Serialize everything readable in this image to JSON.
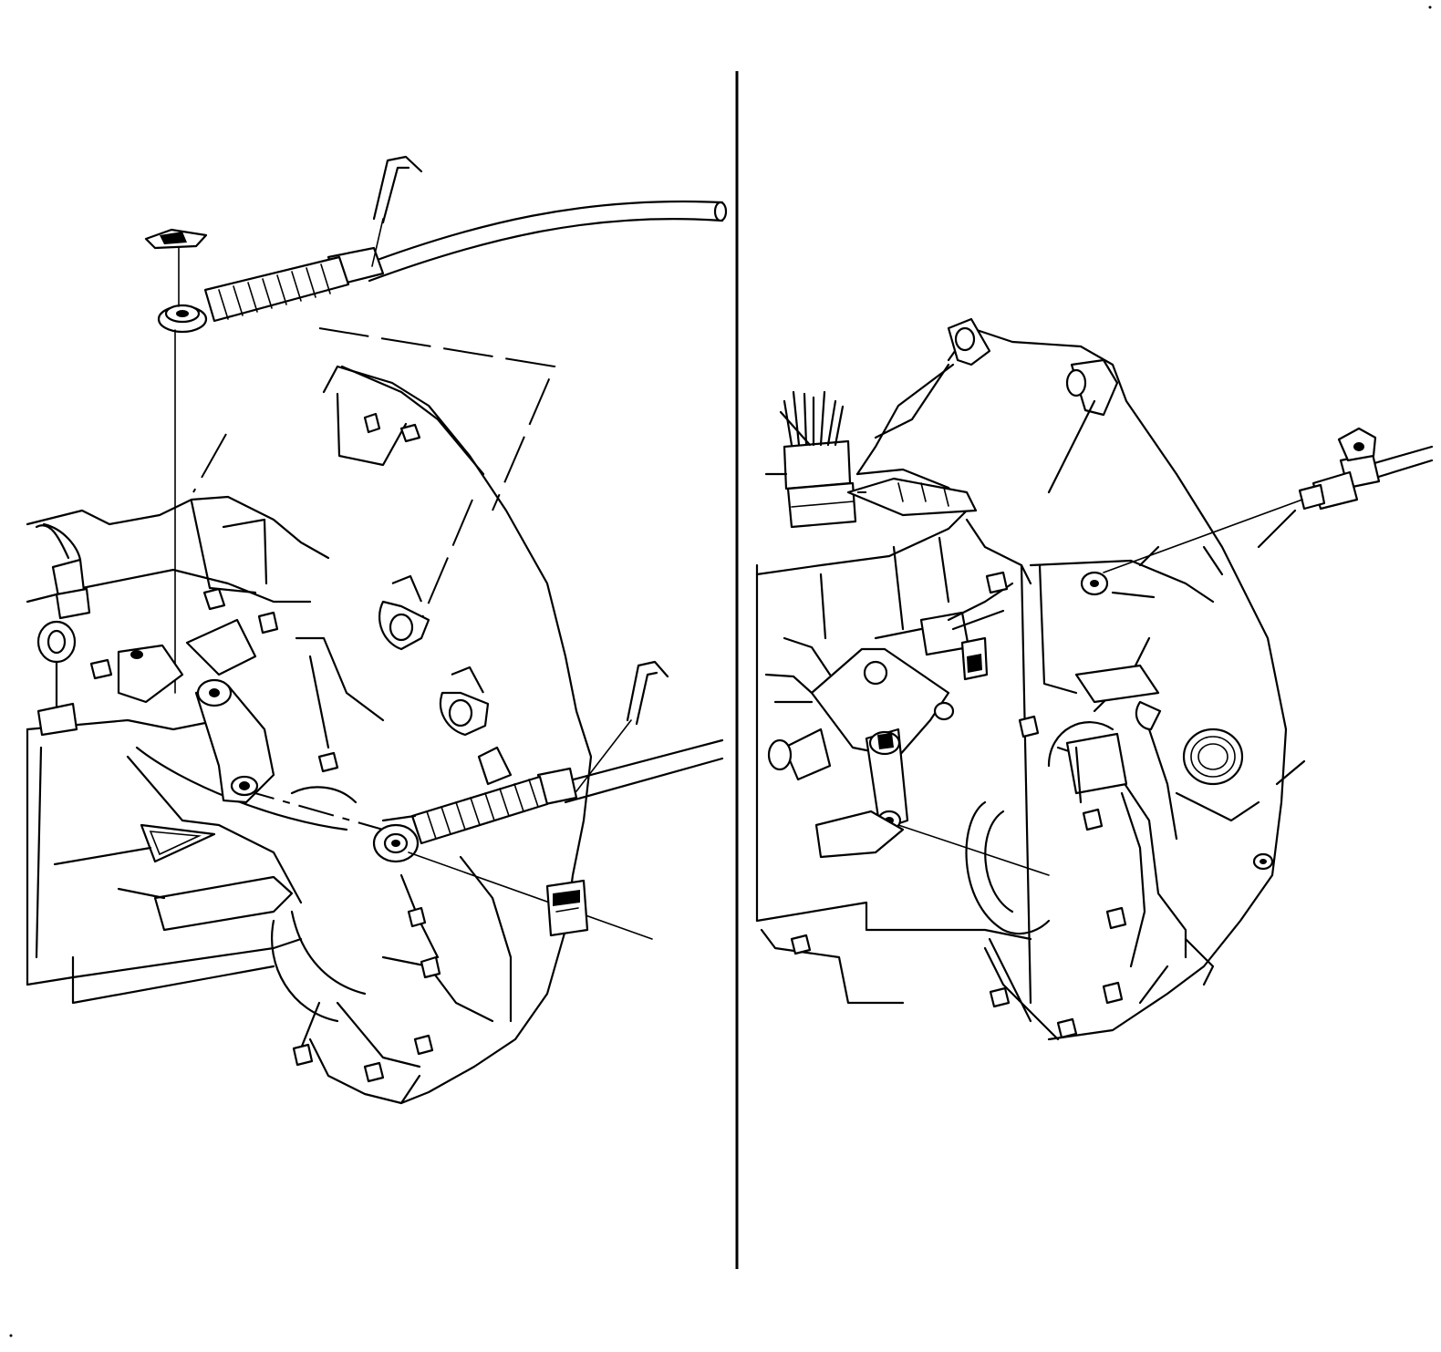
{
  "diagram": {
    "panels": [
      {
        "name": "cable-removal-view",
        "component": "transaxle-shift-cable"
      },
      {
        "name": "switch-view",
        "component": "park-neutral-position-switch"
      }
    ],
    "colors": {
      "line": "#000000",
      "background": "#ffffff"
    },
    "icons": [
      "retainer-clip-icon",
      "cable-end-bushing-icon",
      "forward-arrow-icon",
      "bolt-icon"
    ]
  }
}
